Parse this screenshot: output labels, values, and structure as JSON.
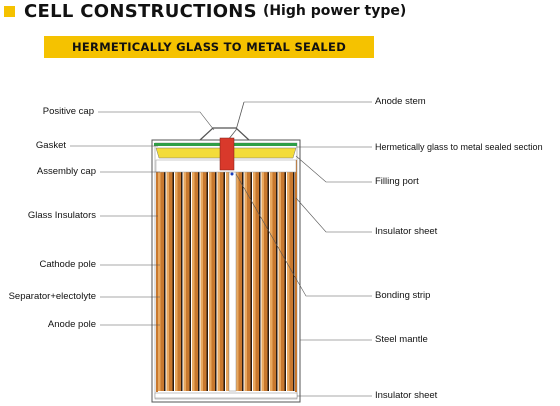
{
  "heading": {
    "title": "CELL CONSTRUCTIONS",
    "subtitle": "(High power type)"
  },
  "banner": {
    "text": "HERMETICALLY GLASS TO METAL SEALED"
  },
  "colors": {
    "accent_yellow": "#f5c200",
    "copper": "#c8782e",
    "copper_light": "#e9a85f",
    "dark_strip": "#2a1a10",
    "pole_red": "#d9392b",
    "gasket_green": "#2f9e46",
    "cap_yellow": "#f3dc3a",
    "outline": "#555555"
  },
  "labels_left": [
    {
      "text": "Positive cap"
    },
    {
      "text": "Gasket"
    },
    {
      "text": "Assembly cap"
    },
    {
      "text": "Glass Insulators"
    },
    {
      "text": "Cathode pole"
    },
    {
      "text": "Separator+electolyte"
    },
    {
      "text": "Anode pole"
    }
  ],
  "labels_right": [
    {
      "text": "Anode stem"
    },
    {
      "text": "Hermetically glass to metal sealed section"
    },
    {
      "text": "Filling port"
    },
    {
      "text": "Insulator sheet"
    },
    {
      "text": "Bonding strip"
    },
    {
      "text": "Steel mantle"
    },
    {
      "text": "Insulator sheet"
    }
  ]
}
